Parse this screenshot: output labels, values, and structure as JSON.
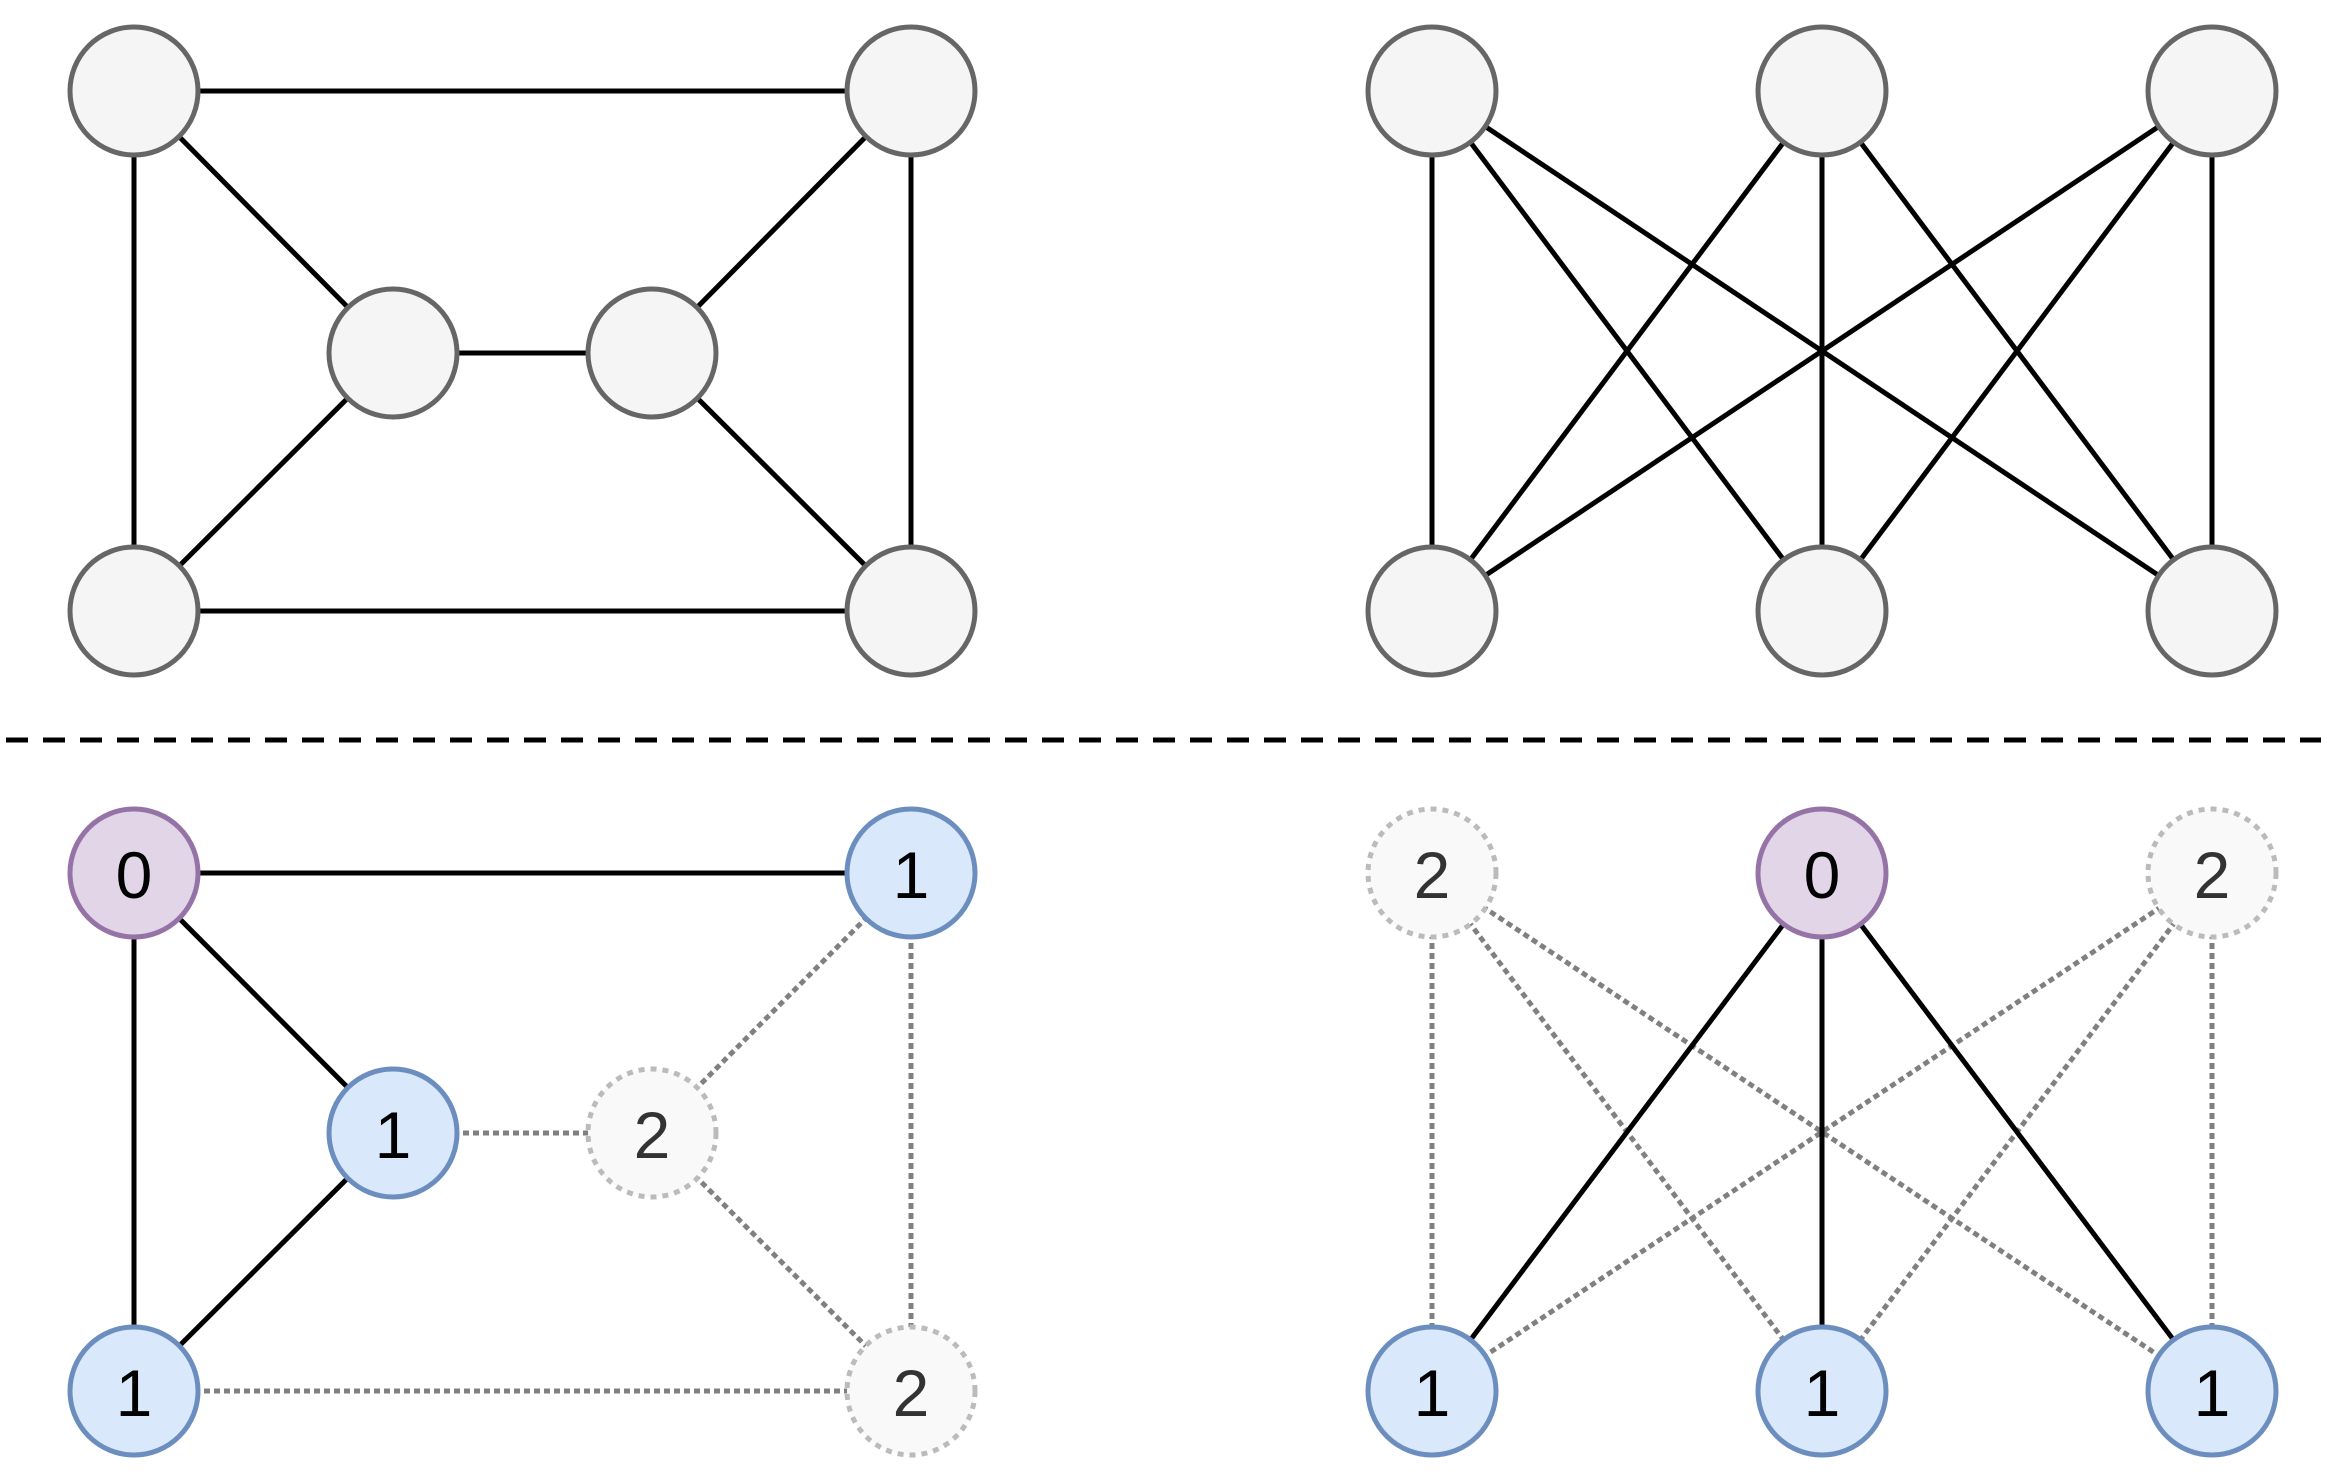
{
  "styles": {
    "default_fill": "#f5f5f5",
    "default_stroke": "#666666",
    "purple_fill": "#e1d5e7",
    "purple_stroke": "#9673a6",
    "blue_fill": "#dae8fc",
    "blue_stroke": "#6c8ebf",
    "faded_fill": "#f9f9f9",
    "faded_stroke": "#bbbbbb",
    "edge_color": "#000000",
    "dotted_edge_color": "#808080",
    "divider_color": "#000000"
  },
  "panels": [
    {
      "id": "top-left-graph",
      "nodes": [
        {
          "id": "a",
          "label": "",
          "style": "default"
        },
        {
          "id": "b",
          "label": "",
          "style": "default"
        },
        {
          "id": "c",
          "label": "",
          "style": "default"
        },
        {
          "id": "d",
          "label": "",
          "style": "default"
        },
        {
          "id": "e",
          "label": "",
          "style": "default"
        },
        {
          "id": "f",
          "label": "",
          "style": "default"
        }
      ],
      "edges": [
        {
          "from": "a",
          "to": "b",
          "style": "solid"
        },
        {
          "from": "a",
          "to": "e",
          "style": "solid"
        },
        {
          "from": "a",
          "to": "c",
          "style": "solid"
        },
        {
          "from": "c",
          "to": "d",
          "style": "solid"
        },
        {
          "from": "c",
          "to": "e",
          "style": "solid"
        },
        {
          "from": "d",
          "to": "b",
          "style": "solid"
        },
        {
          "from": "d",
          "to": "f",
          "style": "solid"
        },
        {
          "from": "b",
          "to": "f",
          "style": "solid"
        },
        {
          "from": "e",
          "to": "f",
          "style": "solid"
        }
      ]
    },
    {
      "id": "top-right-graph",
      "nodes": [
        {
          "id": "t1",
          "label": "",
          "style": "default"
        },
        {
          "id": "t2",
          "label": "",
          "style": "default"
        },
        {
          "id": "t3",
          "label": "",
          "style": "default"
        },
        {
          "id": "b1",
          "label": "",
          "style": "default"
        },
        {
          "id": "b2",
          "label": "",
          "style": "default"
        },
        {
          "id": "b3",
          "label": "",
          "style": "default"
        }
      ],
      "edges": [
        {
          "from": "t1",
          "to": "b1",
          "style": "solid"
        },
        {
          "from": "t1",
          "to": "b2",
          "style": "solid"
        },
        {
          "from": "t1",
          "to": "b3",
          "style": "solid"
        },
        {
          "from": "t2",
          "to": "b1",
          "style": "solid"
        },
        {
          "from": "t2",
          "to": "b2",
          "style": "solid"
        },
        {
          "from": "t2",
          "to": "b3",
          "style": "solid"
        },
        {
          "from": "t3",
          "to": "b1",
          "style": "solid"
        },
        {
          "from": "t3",
          "to": "b2",
          "style": "solid"
        },
        {
          "from": "t3",
          "to": "b3",
          "style": "solid"
        }
      ]
    },
    {
      "id": "bottom-left-graph",
      "nodes": [
        {
          "id": "a",
          "label": "0",
          "style": "purple"
        },
        {
          "id": "b",
          "label": "1",
          "style": "blue"
        },
        {
          "id": "c",
          "label": "1",
          "style": "blue"
        },
        {
          "id": "d",
          "label": "2",
          "style": "faded"
        },
        {
          "id": "e",
          "label": "1",
          "style": "blue"
        },
        {
          "id": "f",
          "label": "2",
          "style": "faded"
        }
      ],
      "edges": [
        {
          "from": "a",
          "to": "b",
          "style": "solid"
        },
        {
          "from": "a",
          "to": "e",
          "style": "solid"
        },
        {
          "from": "a",
          "to": "c",
          "style": "solid"
        },
        {
          "from": "c",
          "to": "e",
          "style": "solid"
        },
        {
          "from": "c",
          "to": "d",
          "style": "dotted"
        },
        {
          "from": "d",
          "to": "b",
          "style": "dotted"
        },
        {
          "from": "d",
          "to": "f",
          "style": "dotted"
        },
        {
          "from": "b",
          "to": "f",
          "style": "dotted"
        },
        {
          "from": "e",
          "to": "f",
          "style": "dotted"
        }
      ]
    },
    {
      "id": "bottom-right-graph",
      "nodes": [
        {
          "id": "t1",
          "label": "2",
          "style": "faded"
        },
        {
          "id": "t2",
          "label": "0",
          "style": "purple"
        },
        {
          "id": "t3",
          "label": "2",
          "style": "faded"
        },
        {
          "id": "b1",
          "label": "1",
          "style": "blue"
        },
        {
          "id": "b2",
          "label": "1",
          "style": "blue"
        },
        {
          "id": "b3",
          "label": "1",
          "style": "blue"
        }
      ],
      "edges": [
        {
          "from": "t1",
          "to": "b1",
          "style": "dotted"
        },
        {
          "from": "t1",
          "to": "b2",
          "style": "dotted"
        },
        {
          "from": "t1",
          "to": "b3",
          "style": "dotted"
        },
        {
          "from": "t3",
          "to": "b1",
          "style": "dotted"
        },
        {
          "from": "t3",
          "to": "b2",
          "style": "dotted"
        },
        {
          "from": "t3",
          "to": "b3",
          "style": "dotted"
        },
        {
          "from": "t2",
          "to": "b1",
          "style": "solid"
        },
        {
          "from": "t2",
          "to": "b2",
          "style": "solid"
        },
        {
          "from": "t2",
          "to": "b3",
          "style": "solid"
        }
      ]
    }
  ]
}
